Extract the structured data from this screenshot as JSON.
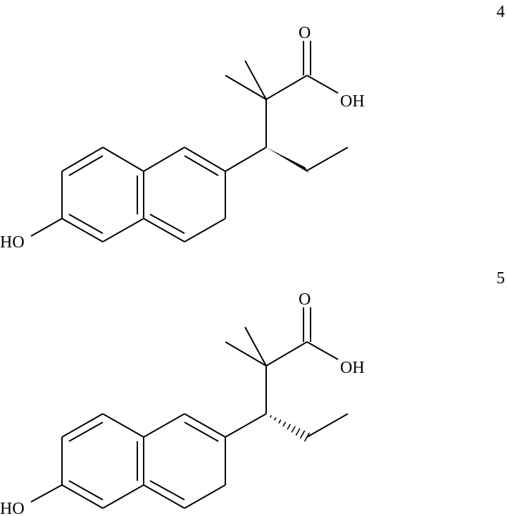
{
  "compounds": [
    {
      "number": "4",
      "labels": {
        "carbonyl_o": "O",
        "acid_oh": "OH",
        "phenol_oh": "HO"
      },
      "stereo_bond": "wedge"
    },
    {
      "number": "5",
      "labels": {
        "carbonyl_o": "O",
        "acid_oh": "OH",
        "phenol_oh": "HO"
      },
      "stereo_bond": "hash"
    }
  ]
}
